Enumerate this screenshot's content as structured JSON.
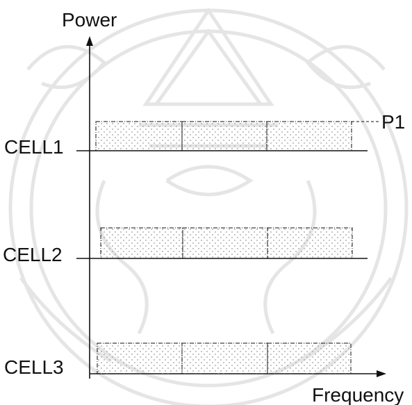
{
  "axes": {
    "y_label": "Power",
    "x_label": "Frequency"
  },
  "cells": [
    {
      "label": "CELL1"
    },
    {
      "label": "CELL2"
    },
    {
      "label": "CELL3"
    }
  ],
  "annotation": {
    "label": "P1"
  },
  "colors": {
    "line": "#111111",
    "watermark": "#e5e5e5",
    "dots": "#9a9a9a"
  }
}
